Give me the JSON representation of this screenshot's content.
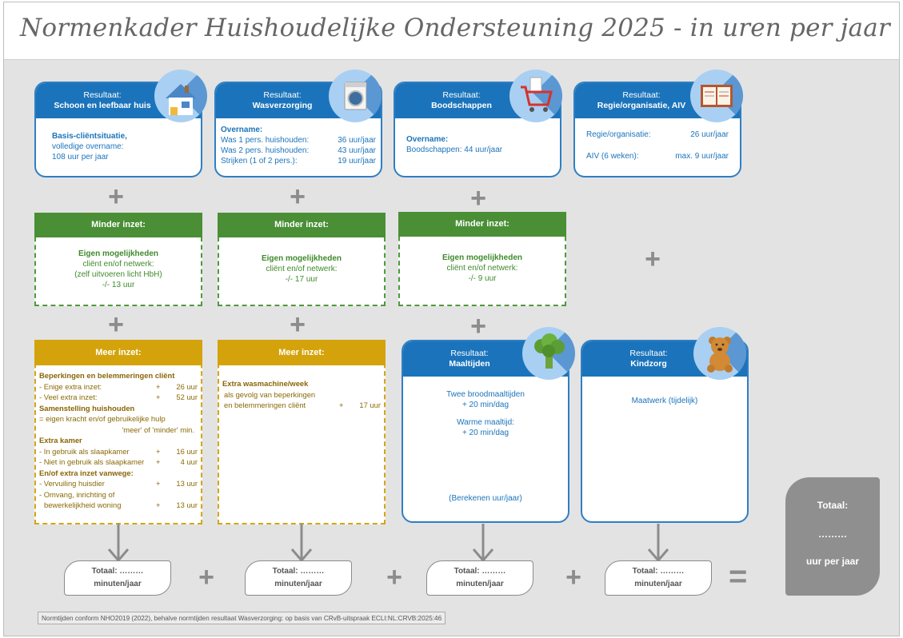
{
  "title": "Normenkader Huishoudelijke Ondersteuning 2025 - in uren per jaar",
  "cards": {
    "schoon": {
      "label": "Resultaat:",
      "name": "Schoon en leefbaar huis",
      "lines": [
        "Basis-cliëntsituatie,",
        "volledige overname:",
        "108 uur per jaar"
      ]
    },
    "was": {
      "label": "Resultaat:",
      "name": "Wasverzorging",
      "heading": "Overname:",
      "rows": [
        {
          "label": "Was 1 pers. huishouden:",
          "value": "36 uur/jaar"
        },
        {
          "label": "Was 2 pers. huishouden:",
          "value": "43 uur/jaar"
        },
        {
          "label": "Strijken (1 of 2 pers.):",
          "value": "19 uur/jaar"
        }
      ]
    },
    "boodschappen": {
      "label": "Resultaat:",
      "name": "Boodschappen",
      "heading": "Overname:",
      "line": "Boodschappen:  44 uur/jaar"
    },
    "regie": {
      "label": "Resultaat:",
      "name": "Regie/organisatie, AIV",
      "rows": [
        {
          "label": "Regie/organisatie:",
          "value": "26 uur/jaar"
        },
        {
          "label": "AIV (6 weken):",
          "value": "max. 9 uur/jaar"
        }
      ]
    },
    "maaltijden": {
      "label": "Resultaat:",
      "name": "Maaltijden",
      "l1": "Twee broodmaaltijden",
      "l2": "+ 20 min/dag",
      "l3": "Warme maaltijd:",
      "l4": "+ 20 min/dag",
      "calc": "(Berekenen uur/jaar)"
    },
    "kindzorg": {
      "label": "Resultaat:",
      "name": "Kindzorg",
      "text": "Maatwerk (tijdelijk)"
    }
  },
  "minder": [
    {
      "head": "Minder inzet:",
      "bold": "Eigen mogelijkheden",
      "l2": "cliënt en/of netwerk:",
      "l3": "(zelf uitvoeren licht HbH)",
      "l4": "-/- 13 uur"
    },
    {
      "head": "Minder inzet:",
      "bold": "Eigen mogelijkheden",
      "l2": "cliënt en/of netwerk:",
      "l3": "-/- 17 uur"
    },
    {
      "head": "Minder inzet:",
      "bold": "Eigen mogelijkheden",
      "l2": "cliënt en/of netwerk:",
      "l3": "-/- 9 uur"
    }
  ],
  "meer1": {
    "head": "Meer inzet:",
    "h1": "Beperkingen en belemmeringen cliënt",
    "r1": {
      "l": "- Enige extra inzet:",
      "m": "+",
      "r": "26 uur"
    },
    "r2": {
      "l": "- Veel extra inzet:",
      "m": "+",
      "r": "52 uur"
    },
    "h2": "Samenstelling huishouden",
    "t1": "= eigen kracht en/of gebruikelijke hulp",
    "t2": "'meer' of 'minder' min.",
    "h3": "Extra kamer",
    "r3": {
      "l": "- In gebruik als slaapkamer",
      "m": "+",
      "r": "16 uur"
    },
    "r4": {
      "l": "- Niet in gebruik als slaapkamer",
      "m": "+",
      "r": "4 uur"
    },
    "h4": "En/of extra inzet vanwege:",
    "r5": {
      "l": "- Vervuiling huisdier",
      "m": "+",
      "r": "13 uur"
    },
    "t3": "- Omvang, inrichting of",
    "r6": {
      "l": "bewerkelijkheid woning",
      "m": "+",
      "r": "13 uur"
    }
  },
  "meer2": {
    "head": "Meer inzet:",
    "h1": "Extra wasmachine/week",
    "t1": "als gevolg van beperkingen",
    "r1": {
      "l": "en belemmeringen cliënt",
      "m": "+",
      "r": "17 uur"
    }
  },
  "totals": {
    "l1": "Totaal: ………",
    "l2": "minuten/jaar"
  },
  "grand": {
    "l1": "Totaal:",
    "l2": "………",
    "l3": "uur per jaar"
  },
  "plus_sign": "+",
  "equals_sign": "=",
  "footnote": "Normtijden conform NHO2019 (2022), behalve normtijden resultaat Wasverzorging: op basis van CRvB-uitspraak ECLI:NL:CRVB:2025:46"
}
